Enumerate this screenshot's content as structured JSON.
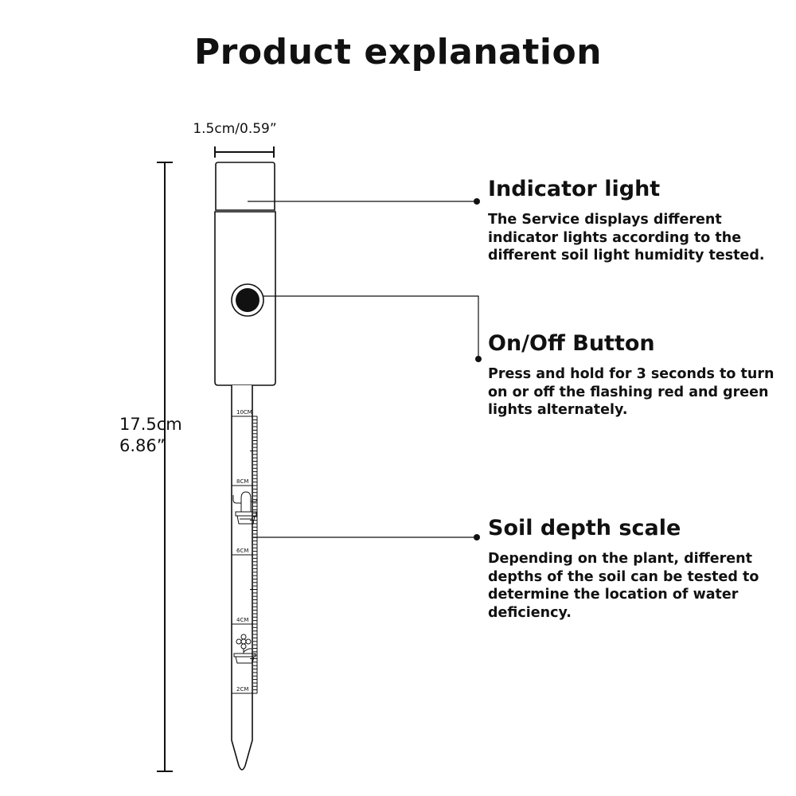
{
  "title": "Product explanation",
  "dimensions": {
    "width_label": "1.5cm/0.59”",
    "height_cm": "17.5cm",
    "height_in": "6.86”"
  },
  "scale_labels": [
    "10CM",
    "8CM",
    "6CM",
    "4CM",
    "2CM"
  ],
  "callouts": [
    {
      "title": "Indicator light",
      "desc": "The Service displays different indicator lights according to the different soil light humidity tested."
    },
    {
      "title": "On/Off Button",
      "desc": "Press and hold for 3 seconds to turn on or off the flashing red and green lights alternately."
    },
    {
      "title": "Soil depth scale",
      "desc": "Depending on the plant, different depths of the soil can be tested to determine the location of water deficiency."
    }
  ],
  "icons": [
    "cactus-pot-icon",
    "flower-pot-icon"
  ]
}
